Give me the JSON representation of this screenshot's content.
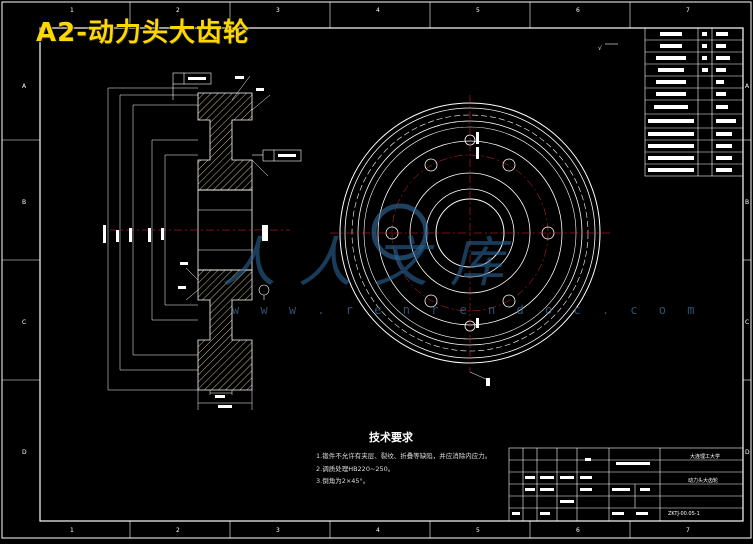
{
  "overlay_title": "A2-动力头大齿轮",
  "watermark": {
    "chinese": "人人文库",
    "url": "w w w . r e n r e n d o c . c o m"
  },
  "technical_requirements": {
    "heading": "技术要求",
    "items": [
      "1.锻件不允许有夹层、裂纹、折叠等缺陷，并应消除内应力。",
      "2.调质处理HB220~250。",
      "3.倒角为2×45°。"
    ]
  },
  "title_block": {
    "drawing_no": "ZKTJ-00.05-1",
    "part_name": "动力头大齿轮",
    "company": "大连理工大学"
  }
}
